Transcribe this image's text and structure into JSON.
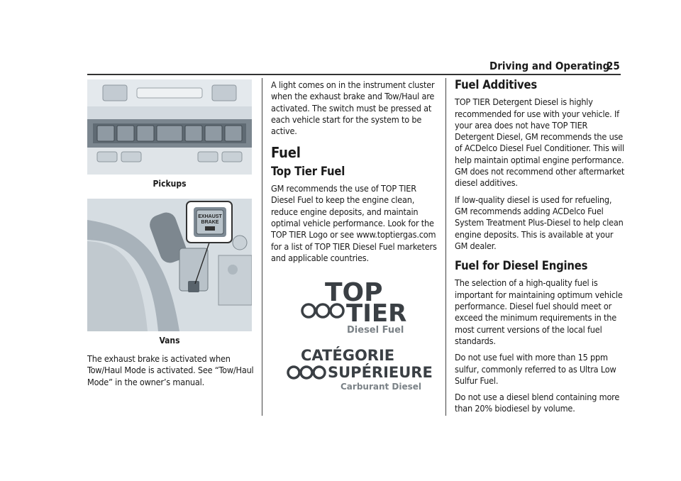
{
  "header": {
    "section": "Driving and Operating",
    "page": "25"
  },
  "figures": {
    "pickups_caption": "Pickups",
    "vans_caption": "Vans",
    "callout_line1": "EXHAUST",
    "callout_line2": "BRAKE"
  },
  "col1": {
    "p1": "The exhaust brake is activated when Tow/Haul Mode is activated. See “Tow/Haul Mode” in the owner’s manual."
  },
  "col2": {
    "p1": "A light comes on in the instrument cluster when the exhaust brake and Tow/Haul are activated. The switch must be pressed at each vehicle start for the system to be active.",
    "h_fuel": "Fuel",
    "h_top_tier": "Top Tier Fuel",
    "p2": "GM recommends the use of TOP TIER Diesel Fuel to keep the engine clean, reduce engine deposits, and maintain optimal vehicle performance. Look for the TOP TIER Logo or see www.toptiergas.com for a list of TOP TIER Diesel Fuel marketers and applicable countries.",
    "logo_en_line1": "TOP",
    "logo_en_line2": "TIER",
    "logo_en_sub": "Diesel Fuel",
    "logo_fr_line1": "CATÉGORIE",
    "logo_fr_line2": "SUPÉRIEURE",
    "logo_fr_sub": "Carburant Diesel"
  },
  "col3": {
    "h_additives": "Fuel Additives",
    "p1": "TOP TIER Detergent Diesel is highly recommended for use with your vehicle. If your area does not have TOP TIER Detergent Diesel, GM recommends the use of ACDelco Diesel Fuel Conditioner. This will help maintain optimal engine performance. GM does not recommend other aftermarket diesel additives.",
    "p2": "If low-quality diesel is used for refueling, GM recommends adding ACDelco Fuel System Treatment Plus-Diesel to help clean engine deposits. This is available at your GM dealer.",
    "h_diesel": "Fuel for Diesel Engines",
    "p3": "The selection of a high-quality fuel is important for maintaining optimum vehicle performance. Diesel fuel should meet or exceed the minimum requirements in the most current versions of the local fuel standards.",
    "p4": "Do not use fuel with more than 15 ppm sulfur, commonly referred to as Ultra Low Sulfur Fuel.",
    "p5": "Do not use a diesel blend containing more than 20% biodiesel by volume."
  }
}
